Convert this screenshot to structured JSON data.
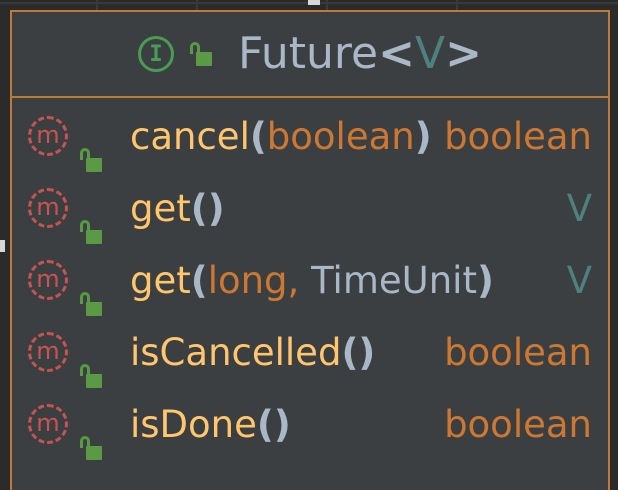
{
  "colors": {
    "background": "#2b2b2b",
    "node_fill": "#3c3f41",
    "node_border": "#c07a35",
    "interface_icon": "#499c54",
    "method_icon": "#c75450",
    "public_lock": "#5a9a45",
    "method_name": "#ffc66d",
    "keyword": "#cc7832",
    "type_text": "#a9b7c6",
    "type_param": "#4e807d"
  },
  "node": {
    "kind_icon": "interface-icon",
    "kind_letter": "I",
    "visibility_icon": "public-lock-icon",
    "name": "Future",
    "open_angle": "<",
    "type_param": "V",
    "close_angle": ">"
  },
  "members": [
    {
      "icon": "method-icon",
      "icon_letter": "m",
      "visibility_icon": "public-lock-icon",
      "name": "cancel",
      "open_paren": "(",
      "params": [
        {
          "text": "boolean",
          "kind": "primitive"
        }
      ],
      "close_paren": ")",
      "return_type": "boolean",
      "return_kind": "primitive"
    },
    {
      "icon": "method-icon",
      "icon_letter": "m",
      "visibility_icon": "public-lock-icon",
      "name": "get",
      "open_paren": "(",
      "params": [],
      "close_paren": ")",
      "return_type": "V",
      "return_kind": "generic"
    },
    {
      "icon": "method-icon",
      "icon_letter": "m",
      "visibility_icon": "public-lock-icon",
      "name": "get",
      "open_paren": "(",
      "params": [
        {
          "text": "long",
          "kind": "primitive"
        },
        {
          "text": ", ",
          "kind": "primitive"
        },
        {
          "text": "TimeUnit",
          "kind": "type"
        }
      ],
      "close_paren": ")",
      "return_type": "V",
      "return_kind": "generic"
    },
    {
      "icon": "method-icon",
      "icon_letter": "m",
      "visibility_icon": "public-lock-icon",
      "name": "isCancelled",
      "open_paren": "(",
      "params": [],
      "close_paren": ")",
      "return_type": "boolean",
      "return_kind": "primitive"
    },
    {
      "icon": "method-icon",
      "icon_letter": "m",
      "visibility_icon": "public-lock-icon",
      "name": "isDone",
      "open_paren": "(",
      "params": [],
      "close_paren": ")",
      "return_type": "boolean",
      "return_kind": "primitive"
    }
  ]
}
